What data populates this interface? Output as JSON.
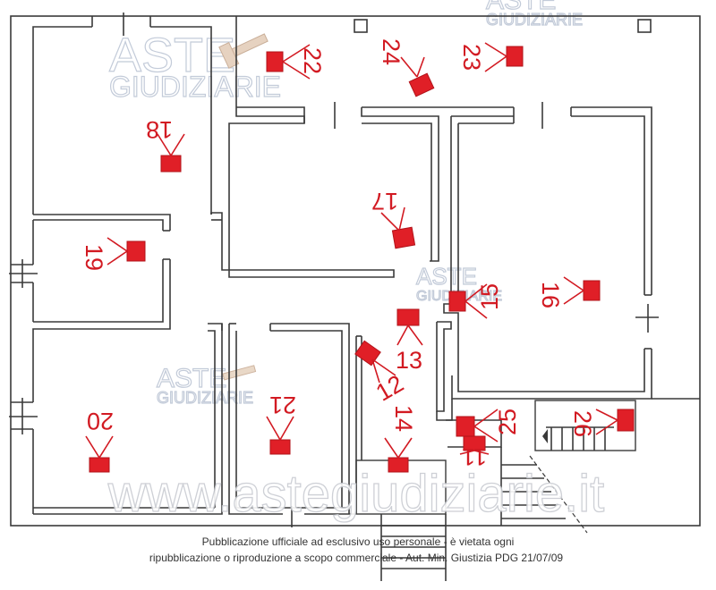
{
  "watermarks": {
    "brand_top": "ASTE",
    "brand_bottom": "GIUDIZIARIE",
    "site": "www.astegiudiziarie.it"
  },
  "footer": {
    "line1": "Pubblicazione ufficiale ad esclusivo uso personale - è vietata ogni",
    "line2": "ripubblicazione o riproduzione a scopo commerciale - Aut. Min. Giustizia PDG 21/07/09"
  },
  "markers": {
    "n11": "11",
    "n12": "12",
    "n13": "13",
    "n14": "14",
    "n15": "15",
    "n16": "16",
    "n17": "17",
    "n18": "18",
    "n19": "19",
    "n20": "20",
    "n21": "21",
    "n22": "22",
    "n23": "23",
    "n24": "24",
    "n25": "25",
    "n26": "26"
  },
  "colors": {
    "marker_red": "#e01f27",
    "wall": "#3a3a3a",
    "watermark": "#b9c3d3"
  }
}
